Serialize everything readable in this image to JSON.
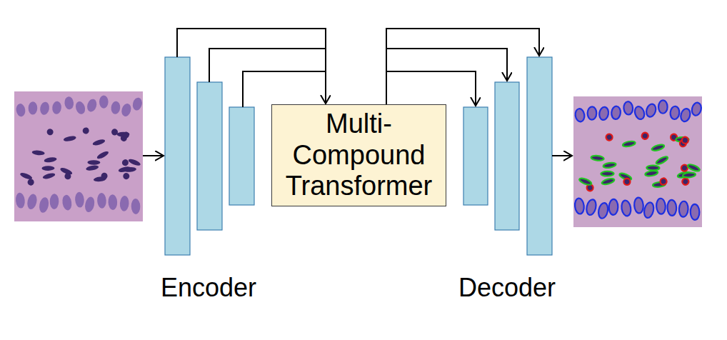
{
  "diagram": {
    "nodes": [
      {
        "text": [
          "Multi- Compound Transformer"
        ]
      }
    ],
    "labels": [
      "Encoder",
      "Decoder"
    ]
  }
}
